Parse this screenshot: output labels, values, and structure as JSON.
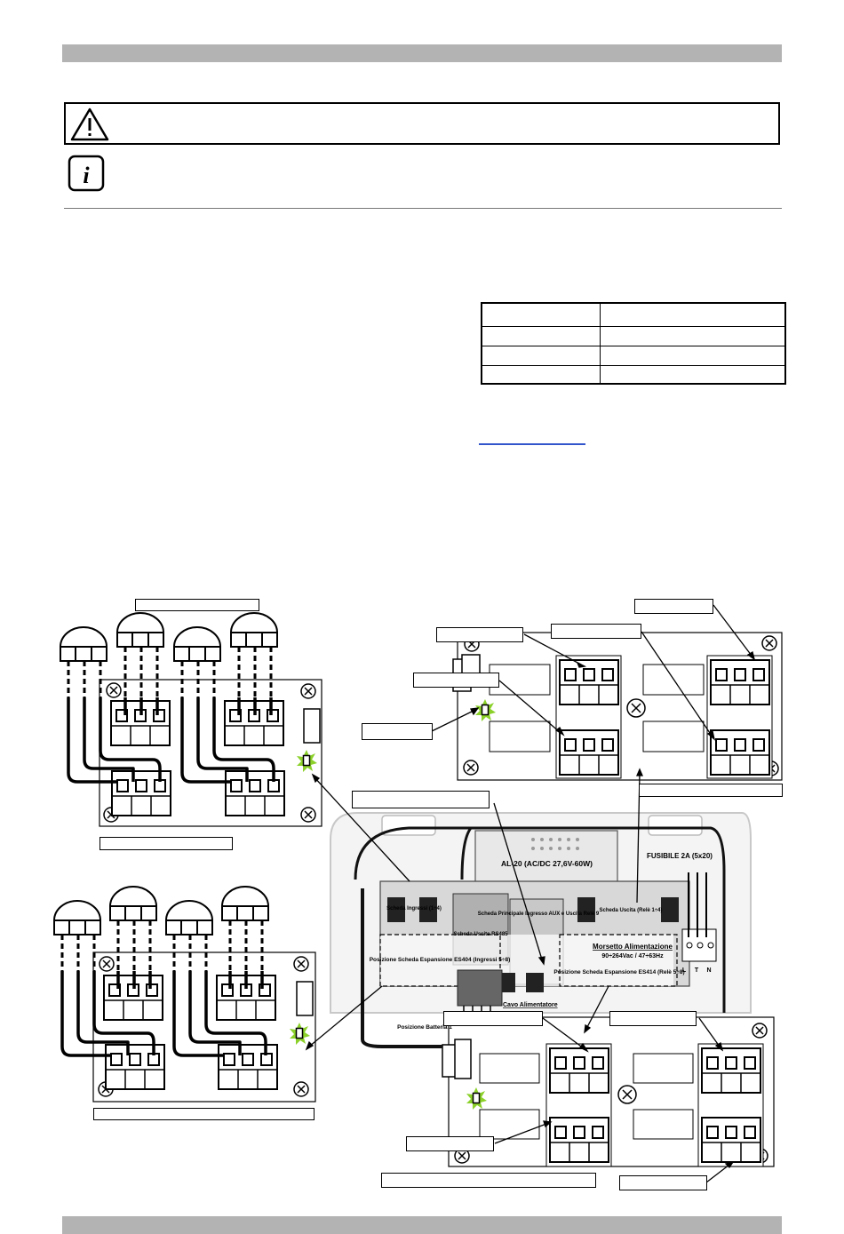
{
  "board": {
    "al20_label": "AL-20 (AC/DC 27,6V-60W)",
    "fuse_label": "FUSIBILE 2A (5x20)",
    "inputs_card": "Scheda Ingressi (1÷4)",
    "outputs_rs485_card": "Scheda Uscite RS485",
    "main_card": "Scheda Principale Ingresso AUX e Uscita Relè 9",
    "outputs_card": "Scheda Uscita (Relè 1÷4)",
    "power_terminal_title": "Morsetto Alimentazione",
    "power_terminal_spec": "90÷264Vac / 47÷63Hz",
    "es404_position": "Posizione Scheda Espansione ES404 (Ingressi 5÷8)",
    "es414_position": "Posizione Scheda Espansione ES414 (Relè 5÷8)",
    "feeder_cable": "Cavo Alimentatore",
    "battery_position": "Posizione Batteria 1",
    "terminals": [
      "L",
      "T",
      "N"
    ]
  },
  "colors": {
    "header_bar": "#b3b3b3",
    "led_green": "#8bd12a",
    "link_blue": "#3355cc"
  },
  "icons": [
    "warning-triangle-icon",
    "info-icon"
  ]
}
